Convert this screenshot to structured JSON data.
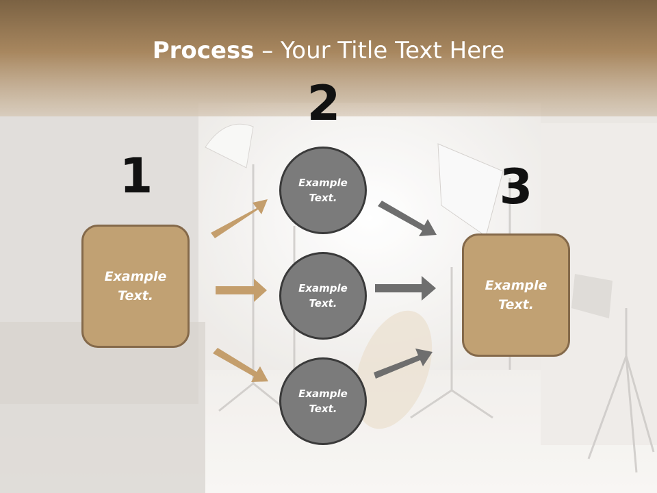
{
  "title": {
    "bold": "Process",
    "rest": " – Your Title Text Here"
  },
  "steps": {
    "one": "1",
    "two": "2",
    "three": "3"
  },
  "left_box": {
    "text": "Example\nText."
  },
  "right_box": {
    "text": "Example\nText."
  },
  "circles": [
    {
      "text": "Example\nText."
    },
    {
      "text": "Example\nText."
    },
    {
      "text": "Example\nText."
    }
  ],
  "colors": {
    "accent": "#c1a173",
    "accent_border": "#84694a",
    "circle": "#7b7b7b",
    "circle_border": "#3a3a3a",
    "arrow_tan": "#c49e6c",
    "arrow_gray": "#6e6e6e",
    "banner": "#8b6c48"
  }
}
